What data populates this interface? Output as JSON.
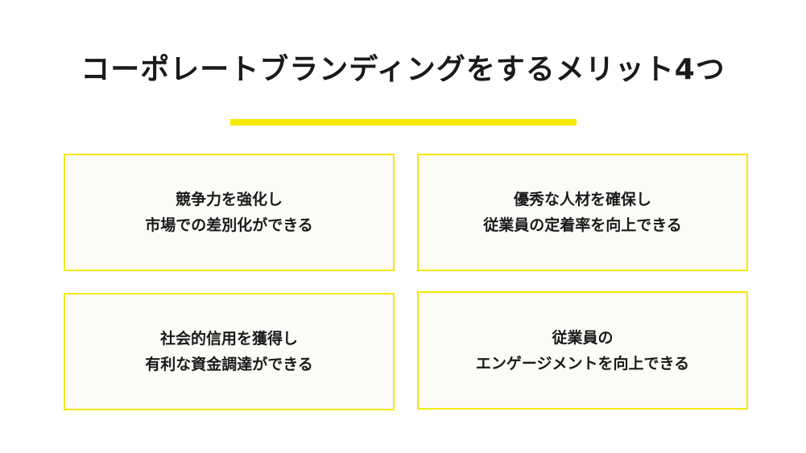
{
  "title": "コーポレートブランディングをするメリット4つ",
  "colors": {
    "accent": "#f5e800",
    "card_bg": "#fdfbf8",
    "text": "#1a1a1a"
  },
  "cards": [
    {
      "line1": "競争力を強化し",
      "line2": "市場での差別化ができる"
    },
    {
      "line1": "優秀な人材を確保し",
      "line2": "従業員の定着率を向上できる"
    },
    {
      "line1": "社会的信用を獲得し",
      "line2": "有利な資金調達ができる"
    },
    {
      "line1": "従業員の",
      "line2": "エンゲージメントを向上できる"
    }
  ]
}
